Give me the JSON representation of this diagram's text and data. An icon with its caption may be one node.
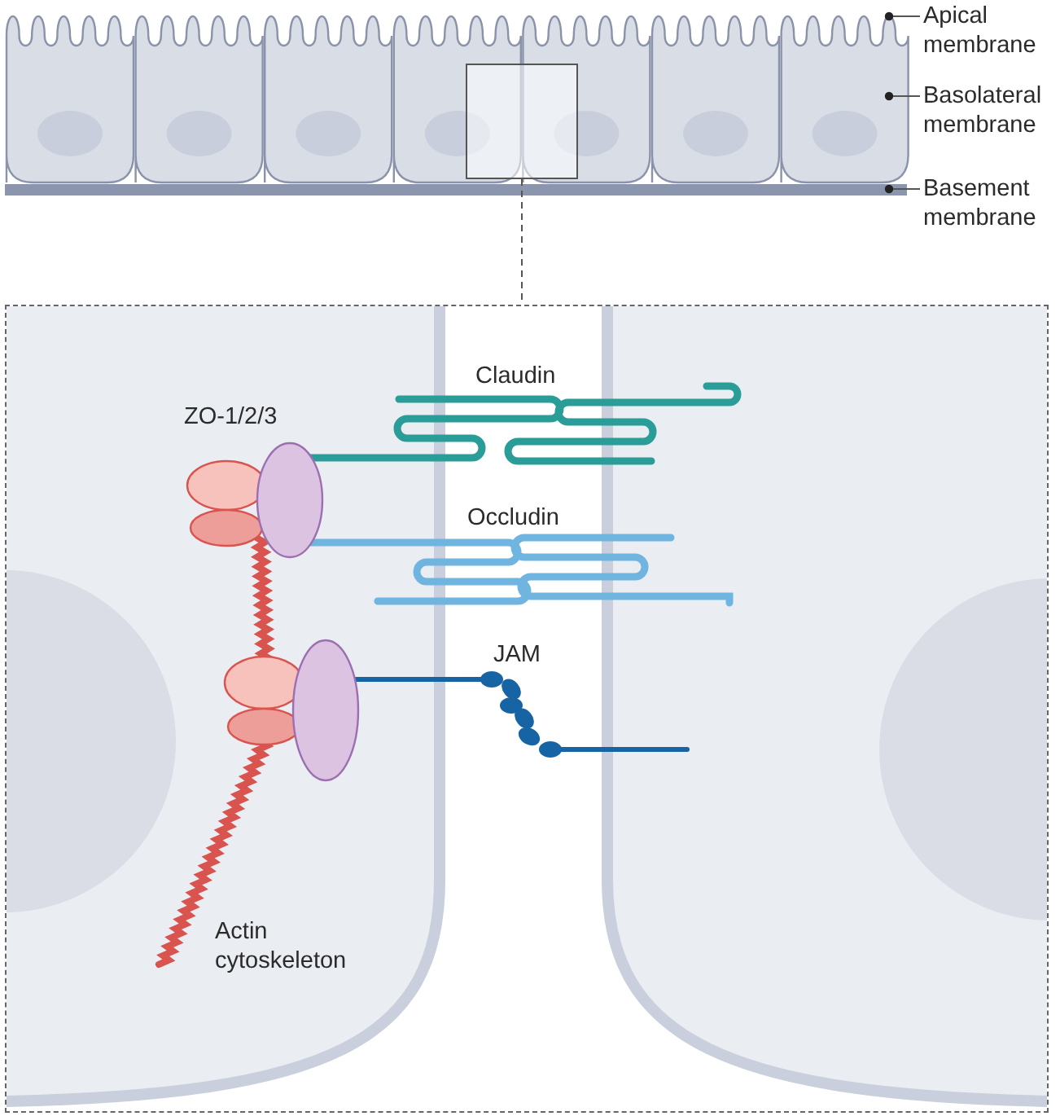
{
  "diagram": {
    "nodes": [
      {
        "text": [],
        "shape": "box"
      },
      {
        "text": [],
        "shape": "box"
      },
      {
        "text": [
          "Apical membrane"
        ]
      },
      {
        "text": [
          "Basolateral membrane"
        ]
      },
      {
        "text": [
          "Basement membrane"
        ]
      }
    ],
    "edges": [
      {
        "from": 0,
        "to": 1,
        "arrow": "none",
        "style": "dashed"
      },
      {
        "from": 2,
        "to": null,
        "arrow": "other"
      },
      {
        "from": 3,
        "to": null,
        "arrow": "other"
      },
      {
        "from": 4,
        "to": null,
        "arrow": "other"
      }
    ],
    "labels": [
      "ZO-1/2/3",
      "Claudin",
      "Occludin",
      "JAM",
      "Actin cytoskeleton"
    ]
  }
}
